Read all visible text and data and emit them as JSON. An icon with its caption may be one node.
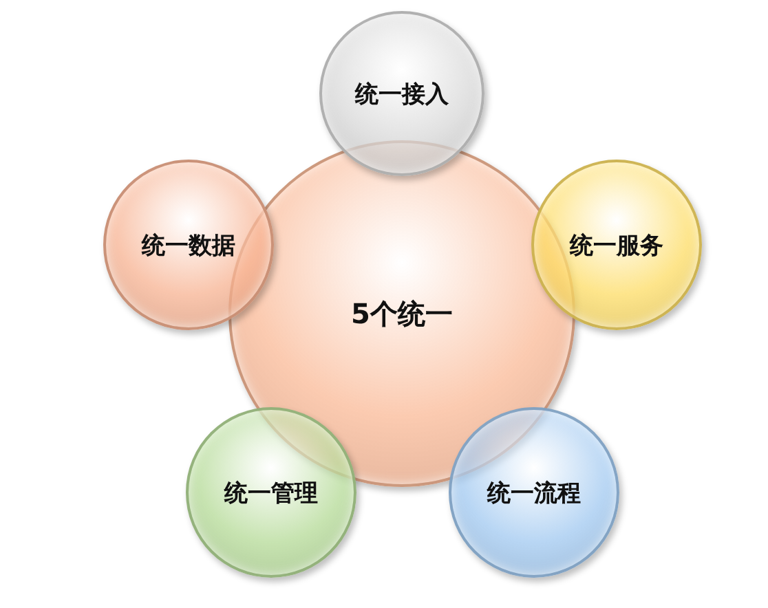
{
  "diagram": {
    "nodes": [
      {
        "text": [
          "统一接入"
        ]
      },
      {
        "text": [
          "统一数据"
        ]
      },
      {
        "text": [
          "5个统一"
        ]
      },
      {
        "text": [
          "统一服务"
        ]
      },
      {
        "text": [
          "统一管理"
        ]
      },
      {
        "text": [
          "统一流程"
        ]
      }
    ]
  }
}
